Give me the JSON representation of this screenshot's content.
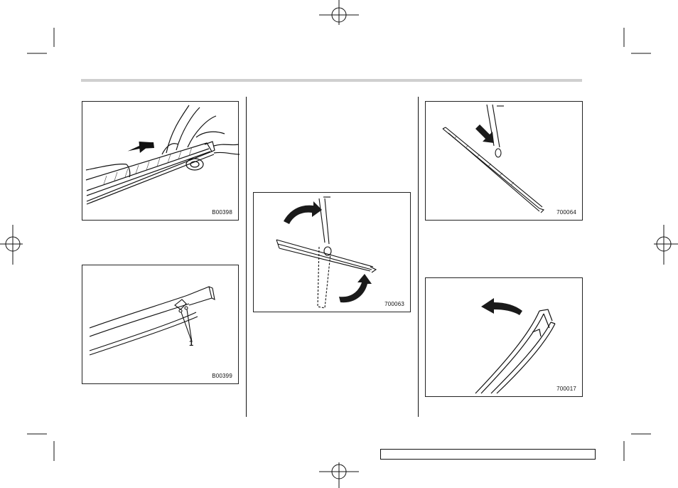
{
  "figures": [
    {
      "code": "B00398"
    },
    {
      "code": "B00399",
      "callout": "1"
    },
    {
      "code": "700063"
    },
    {
      "code": "700064"
    },
    {
      "code": "700017"
    }
  ],
  "colors": {
    "line": "#111111",
    "header_rule": "#cfcfcf",
    "arrow": "#1a1a1a"
  }
}
